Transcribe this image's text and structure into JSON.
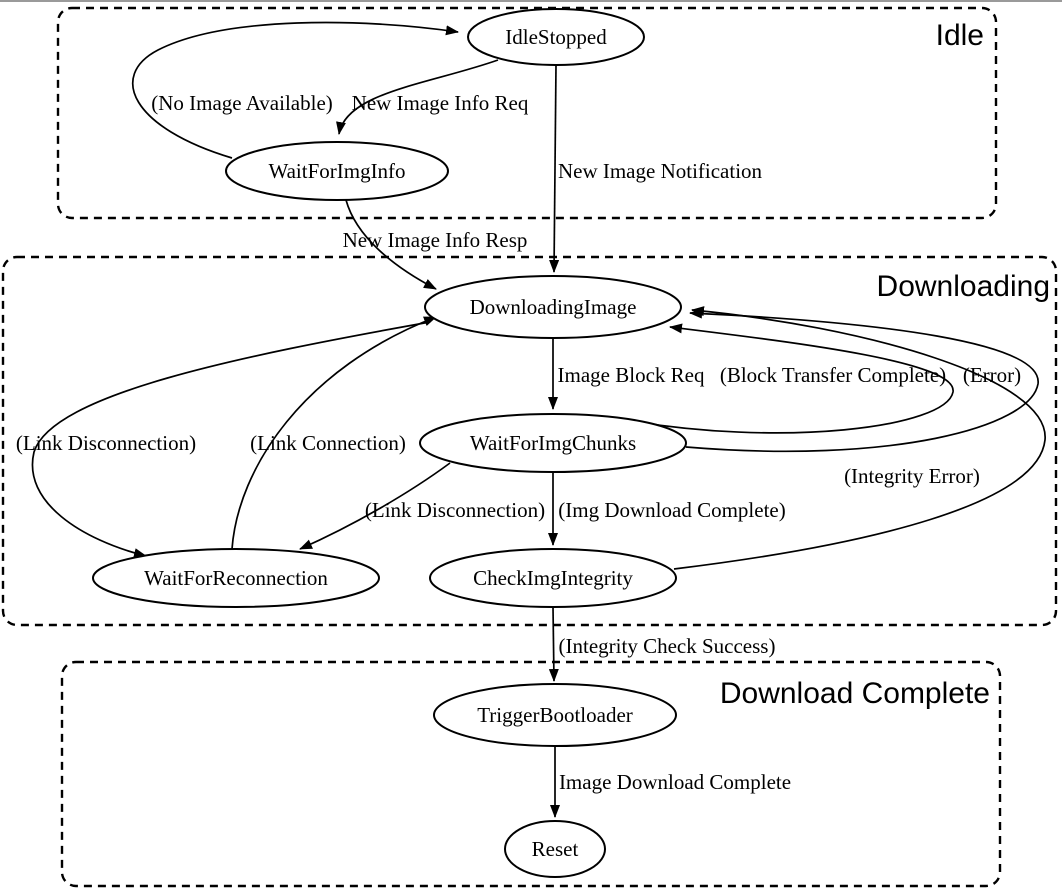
{
  "diagram": {
    "type": "state-machine",
    "colors": {
      "background": "#ffffff",
      "stroke": "#000000",
      "top_border": "#9a9a9a"
    },
    "clusters": [
      {
        "id": "idle",
        "label": "Idle"
      },
      {
        "id": "downloading",
        "label": "Downloading"
      },
      {
        "id": "download_complete",
        "label": "Download Complete"
      }
    ],
    "states": [
      {
        "id": "IdleStopped",
        "label": "IdleStopped",
        "cluster": "Idle"
      },
      {
        "id": "WaitForImgInfo",
        "label": "WaitForImgInfo",
        "cluster": "Idle"
      },
      {
        "id": "DownloadingImage",
        "label": "DownloadingImage",
        "cluster": "Downloading"
      },
      {
        "id": "WaitForImgChunks",
        "label": "WaitForImgChunks",
        "cluster": "Downloading"
      },
      {
        "id": "WaitForReconnection",
        "label": "WaitForReconnection",
        "cluster": "Downloading"
      },
      {
        "id": "CheckImgIntegrity",
        "label": "CheckImgIntegrity",
        "cluster": "Downloading"
      },
      {
        "id": "TriggerBootloader",
        "label": "TriggerBootloader",
        "cluster": "Download Complete"
      },
      {
        "id": "Reset",
        "label": "Reset",
        "cluster": "Download Complete"
      }
    ],
    "edges": [
      {
        "from": "IdleStopped",
        "to": "WaitForImgInfo",
        "label": "New Image Info Req"
      },
      {
        "from": "WaitForImgInfo",
        "to": "IdleStopped",
        "label": "(No Image Available)"
      },
      {
        "from": "IdleStopped",
        "to": "DownloadingImage",
        "label": "New Image Notification"
      },
      {
        "from": "WaitForImgInfo",
        "to": "DownloadingImage",
        "label": "New Image Info Resp"
      },
      {
        "from": "DownloadingImage",
        "to": "WaitForImgChunks",
        "label": "Image Block Req"
      },
      {
        "from": "WaitForImgChunks",
        "to": "DownloadingImage",
        "label": "(Block Transfer Complete)"
      },
      {
        "from": "WaitForImgChunks",
        "to": "DownloadingImage",
        "label": "(Error)"
      },
      {
        "from": "DownloadingImage",
        "to": "WaitForReconnection",
        "label": "(Link Disconnection)"
      },
      {
        "from": "WaitForReconnection",
        "to": "DownloadingImage",
        "label": "(Link Connection)"
      },
      {
        "from": "WaitForImgChunks",
        "to": "WaitForReconnection",
        "label": "(Link Disconnection)"
      },
      {
        "from": "WaitForImgChunks",
        "to": "CheckImgIntegrity",
        "label": "(Img Download Complete)"
      },
      {
        "from": "CheckImgIntegrity",
        "to": "DownloadingImage",
        "label": "(Integrity Error)"
      },
      {
        "from": "CheckImgIntegrity",
        "to": "TriggerBootloader",
        "label": "(Integrity Check Success)"
      },
      {
        "from": "TriggerBootloader",
        "to": "Reset",
        "label": "Image Download Complete"
      }
    ]
  }
}
